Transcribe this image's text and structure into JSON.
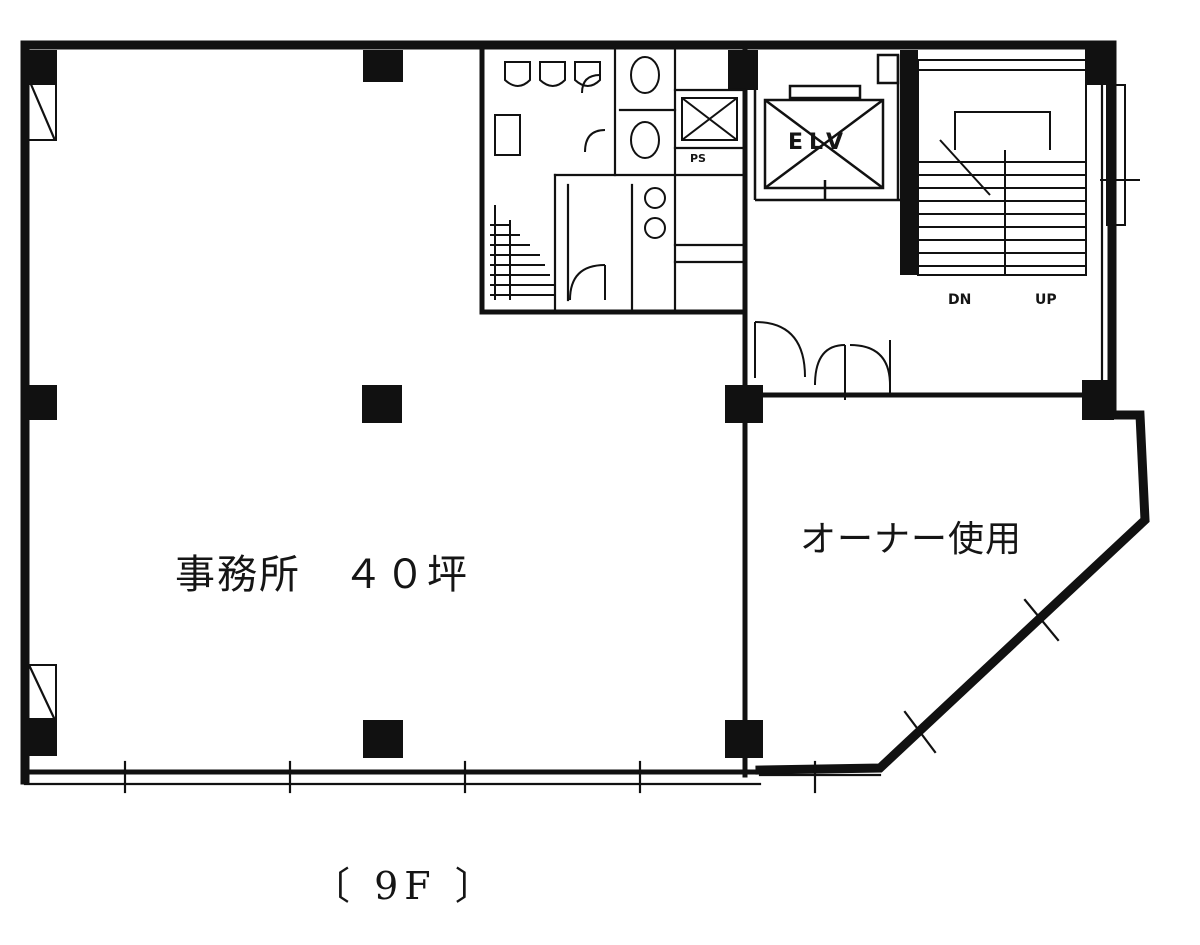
{
  "labels": {
    "office": "事務所　４０坪",
    "owner_use": "オーナー使用",
    "floor": "〔 9F 〕",
    "elevator": "ELV",
    "pipe_shaft": "PS",
    "stairs_down": "DN",
    "stairs_up": "UP"
  },
  "colors": {
    "ink": "#111111",
    "paper": "#ffffff"
  }
}
